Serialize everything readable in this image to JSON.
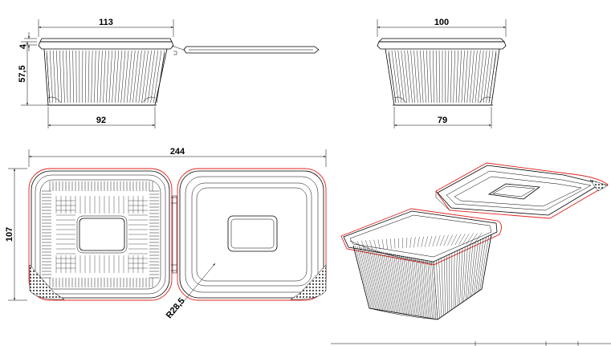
{
  "dimensions": {
    "side_width": "113",
    "rim_height": "4",
    "side_height": "57,5",
    "side_base": "92",
    "front_width": "100",
    "front_base": "79",
    "overall_length": "244",
    "overall_depth": "107",
    "corner_radius": "R28,5"
  },
  "colors": {
    "line": "#000000",
    "outline": "#e0201c",
    "hatch": "#555555",
    "background": "#ffffff"
  }
}
